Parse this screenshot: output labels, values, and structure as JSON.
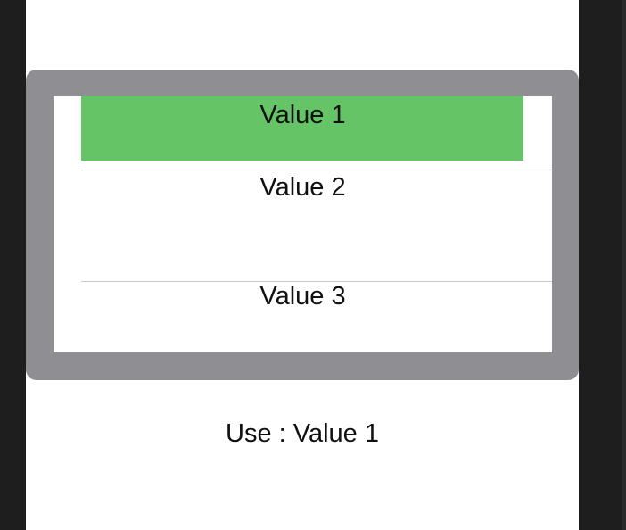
{
  "picker": {
    "items": [
      {
        "label": "Value 1",
        "selected": true
      },
      {
        "label": "Value 2",
        "selected": false
      },
      {
        "label": "Value 3",
        "selected": false
      }
    ],
    "highlight_color": "#65c466",
    "frame_color": "#8e8e93"
  },
  "selection": {
    "text": "Use : Value 1"
  }
}
